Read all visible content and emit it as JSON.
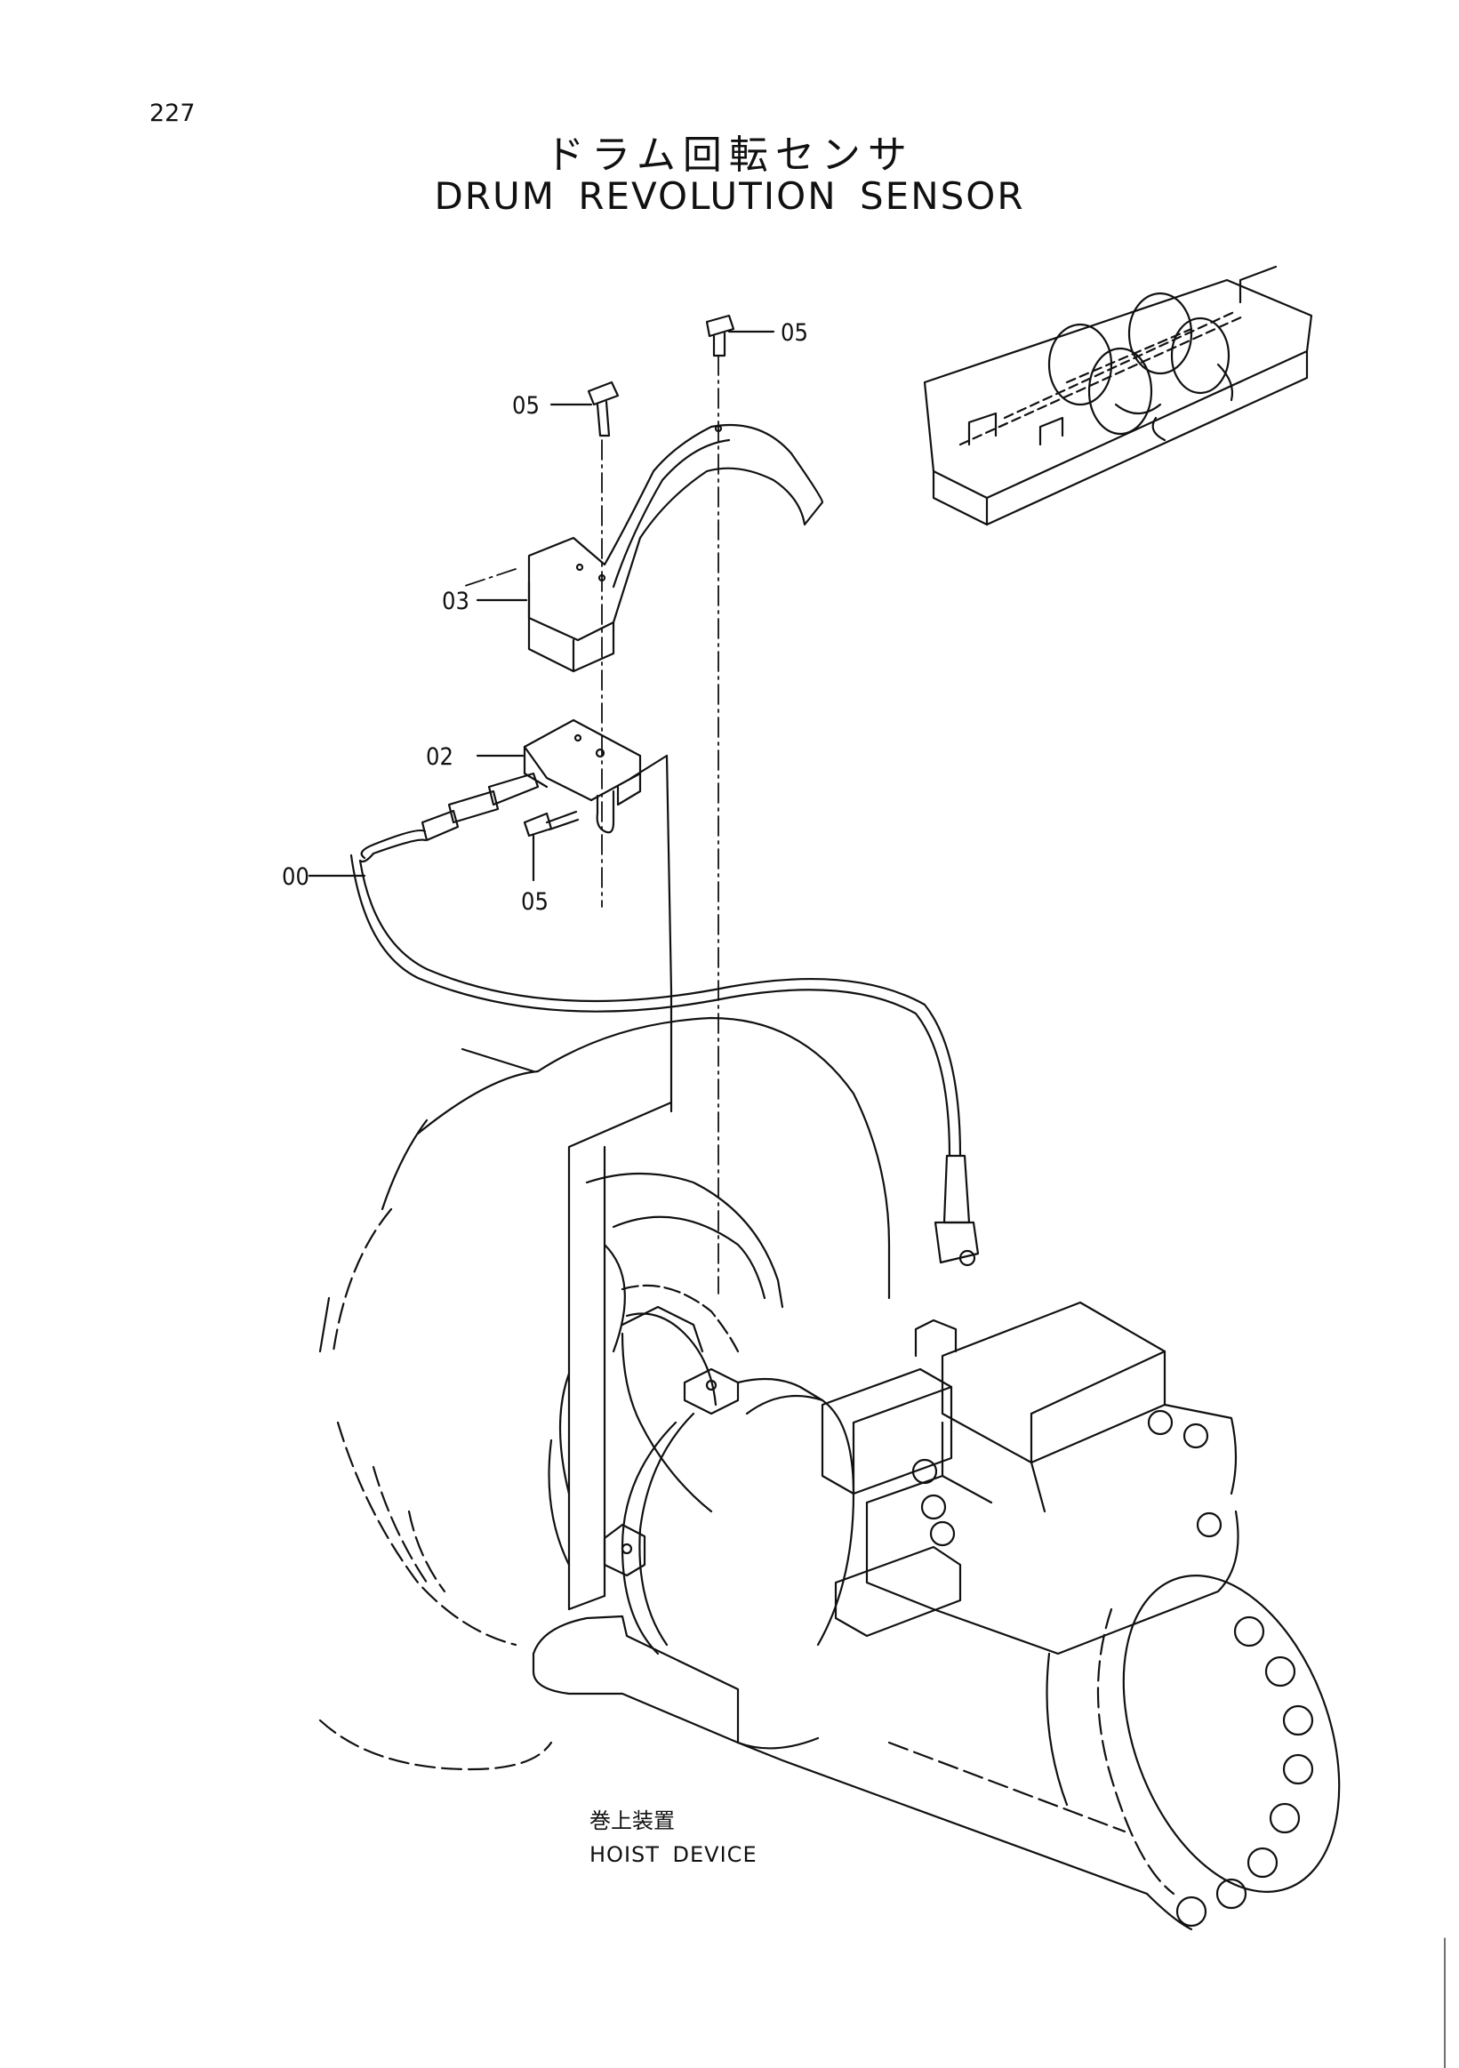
{
  "page": {
    "number": "227"
  },
  "title": {
    "japanese": "ドラム回転センサ",
    "english": "DRUM REVOLUTION SENSOR"
  },
  "callouts": {
    "sensor": "00",
    "bracket": "02",
    "cover": "03",
    "bolt_top_right": "05",
    "bolt_top_left": "05",
    "bolt_bracket": "05"
  },
  "caption": {
    "japanese": "巻上装置",
    "english": "HOIST DEVICE"
  }
}
